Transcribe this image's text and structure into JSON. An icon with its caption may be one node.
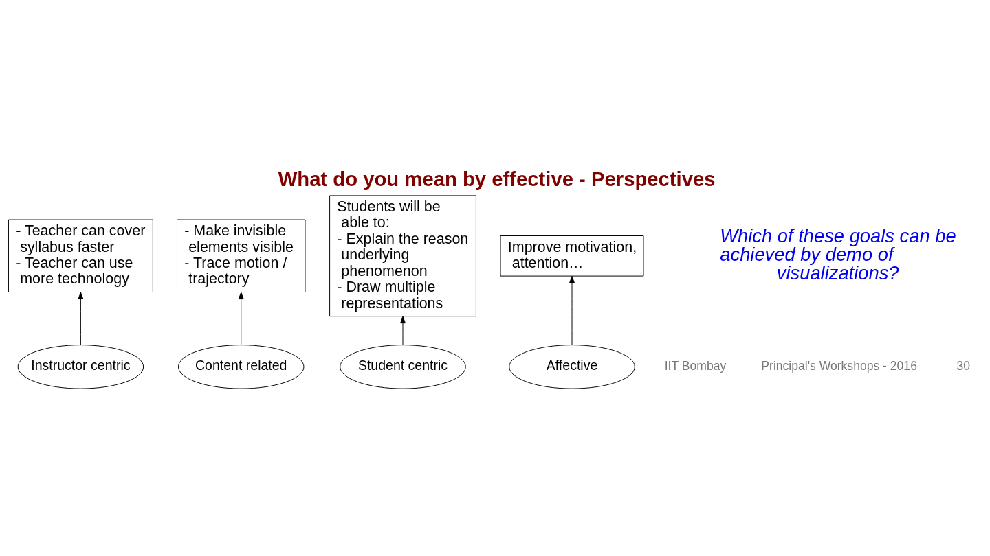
{
  "diagram": {
    "title": "What do you mean by effective - Perspectives",
    "nodes": [
      {
        "text": [
          "- Teacher can cover syllabus faster",
          "- Teacher can use more technology"
        ]
      },
      {
        "text": [
          "- Make invisible elements visible",
          "- Trace motion / trajectory"
        ]
      },
      {
        "text": [
          "Students will be able to:",
          "- Explain the reason underlying phenomenon",
          "- Draw multiple representations"
        ]
      },
      {
        "text": [
          "Improve motivation, attention…"
        ]
      },
      {
        "text": [
          "Instructor centric"
        ]
      },
      {
        "text": [
          "Content related"
        ]
      },
      {
        "text": [
          "Student centric"
        ]
      },
      {
        "text": [
          "Affective"
        ]
      }
    ],
    "edges": [
      {
        "from": 4,
        "to": 0,
        "arrow": "to"
      },
      {
        "from": 5,
        "to": 1,
        "arrow": "to"
      },
      {
        "from": 6,
        "to": 2,
        "arrow": "to"
      },
      {
        "from": 7,
        "to": 3,
        "arrow": "to"
      }
    ],
    "labels": [
      "Which of these goals can be achieved by demo of visualizations?",
      "IIT Bombay",
      "Principal's Workshops - 2016",
      "30"
    ]
  }
}
